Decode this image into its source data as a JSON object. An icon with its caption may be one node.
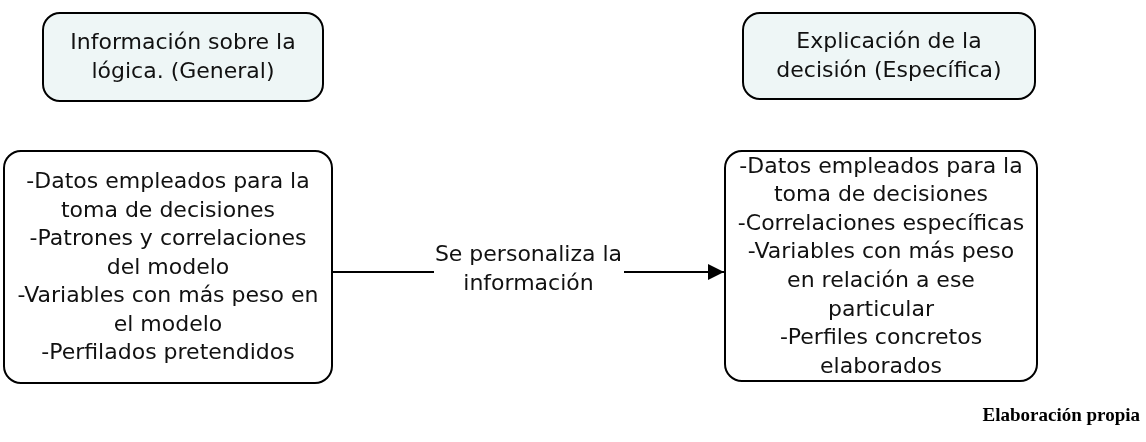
{
  "diagram": {
    "nodes": [
      {
        "text": [
          "Información sobre la lógica. (General)"
        ]
      },
      {
        "text": [
          "Explicación de la decisión (Específica)"
        ]
      },
      {
        "text": [
          "-Datos empleados para la toma de decisiones",
          "-Patrones y correlaciones del modelo",
          "-Variables con más peso en el modelo",
          "-Perfilados pretendidos"
        ]
      },
      {
        "text": [
          "-Datos empleados para la toma de decisiones",
          "-Correlaciones específicas",
          "-Variables con más peso en relación a ese particular",
          "-Perfiles concretos elaborados"
        ]
      }
    ],
    "edges": [
      {
        "from": 2,
        "to": 3,
        "arrow": "to",
        "label": "Se personaliza la información"
      }
    ],
    "labels": [
      "Elaboración propia"
    ]
  }
}
